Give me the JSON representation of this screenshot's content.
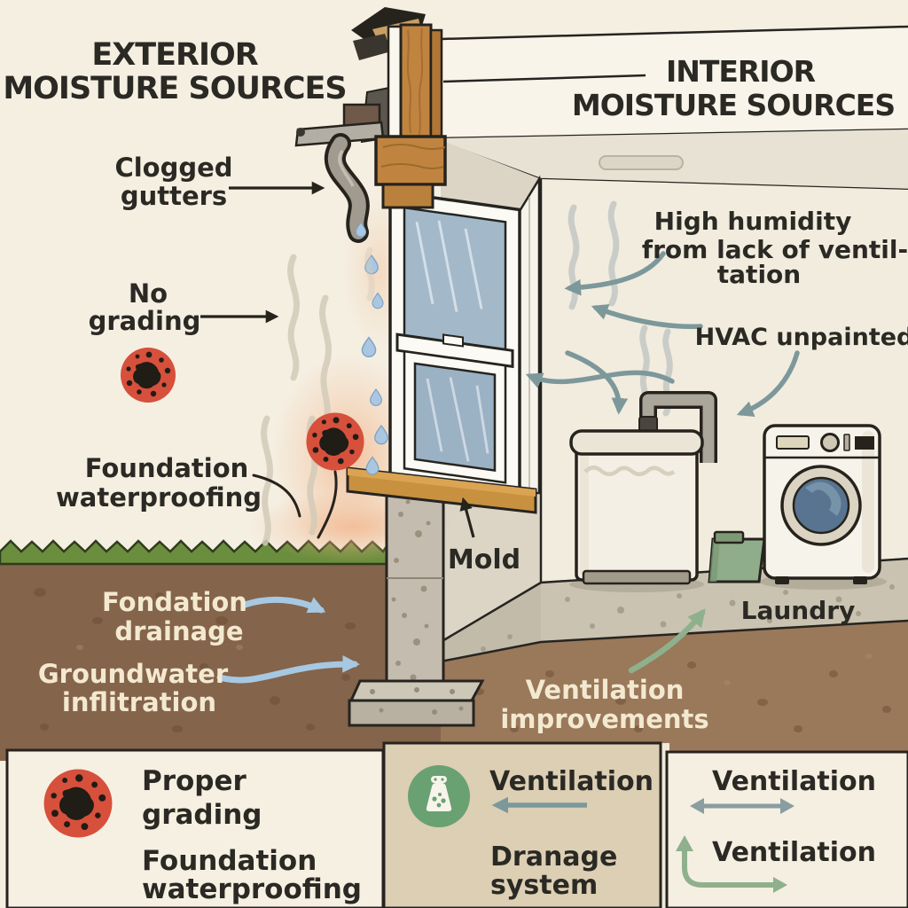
{
  "titles": {
    "exterior": [
      "EXTERIOR",
      "MOISTURE SOURCES"
    ],
    "interior": [
      "INTERIOR",
      "MOISTURE SOURCES"
    ]
  },
  "exterior_labels": {
    "clogged_gutters": [
      "Clogged",
      "gutters"
    ],
    "no_grading": [
      "No",
      "grading"
    ],
    "foundation_waterproofing": [
      "Foundation",
      "waterproofing"
    ],
    "foundation_drainage": [
      "Fondation",
      "drainage"
    ],
    "groundwater_infiltration": [
      "Groundwater",
      "inflitration"
    ]
  },
  "interior_labels": {
    "high_humidity": [
      "High humidity",
      "from lack of ventil-",
      "tation"
    ],
    "hvac": "HVAC unpainted",
    "mold": "Mold",
    "laundry": "Laundry",
    "ventilation_improvements": [
      "Ventilation",
      "improvements"
    ]
  },
  "legend": {
    "proper_grading": [
      "Proper",
      "grading"
    ],
    "foundation_waterproofing": [
      "Foundation",
      "waterproofing"
    ],
    "ventilation_exhaust": "Ventilation",
    "drainage_system": [
      "Dranage",
      "system"
    ],
    "ventilation_cross": "Ventilation",
    "ventilation_circulation": "Ventilation",
    "icons": {
      "mold_spore": "mold-spore-icon",
      "ventilation_bag": "ventilation-bag-icon"
    }
  },
  "colors": {
    "background": "#f5efe2",
    "ink": "#2b2924",
    "mold_red": "#d6503c",
    "water_blue": "#aac7e2",
    "arrow_teal": "#7d989b",
    "arrow_green": "#8fb08c",
    "arrow_blue": "#a6c8e2",
    "soil_brown": "#84644a",
    "grass_green": "#6a8e3d",
    "legend_tan": "#dccfb4",
    "legend_green": "#69a173",
    "cream_text": "#f3e9d1",
    "wood": "#c08440",
    "concrete": "#c4bdaf"
  }
}
